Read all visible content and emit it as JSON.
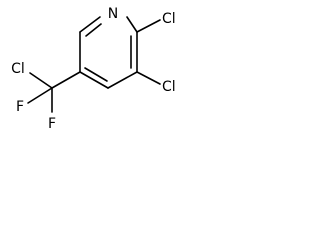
{
  "molecule": {
    "atoms": {
      "nitrogen": "N",
      "chlorine_2": "Cl",
      "chlorine_3": "Cl",
      "chlorine_methyl": "Cl",
      "fluorine_1": "F",
      "fluorine_2": "F"
    },
    "colors": {
      "bond": "#000000",
      "label": "#000000",
      "background": "#ffffff"
    }
  }
}
